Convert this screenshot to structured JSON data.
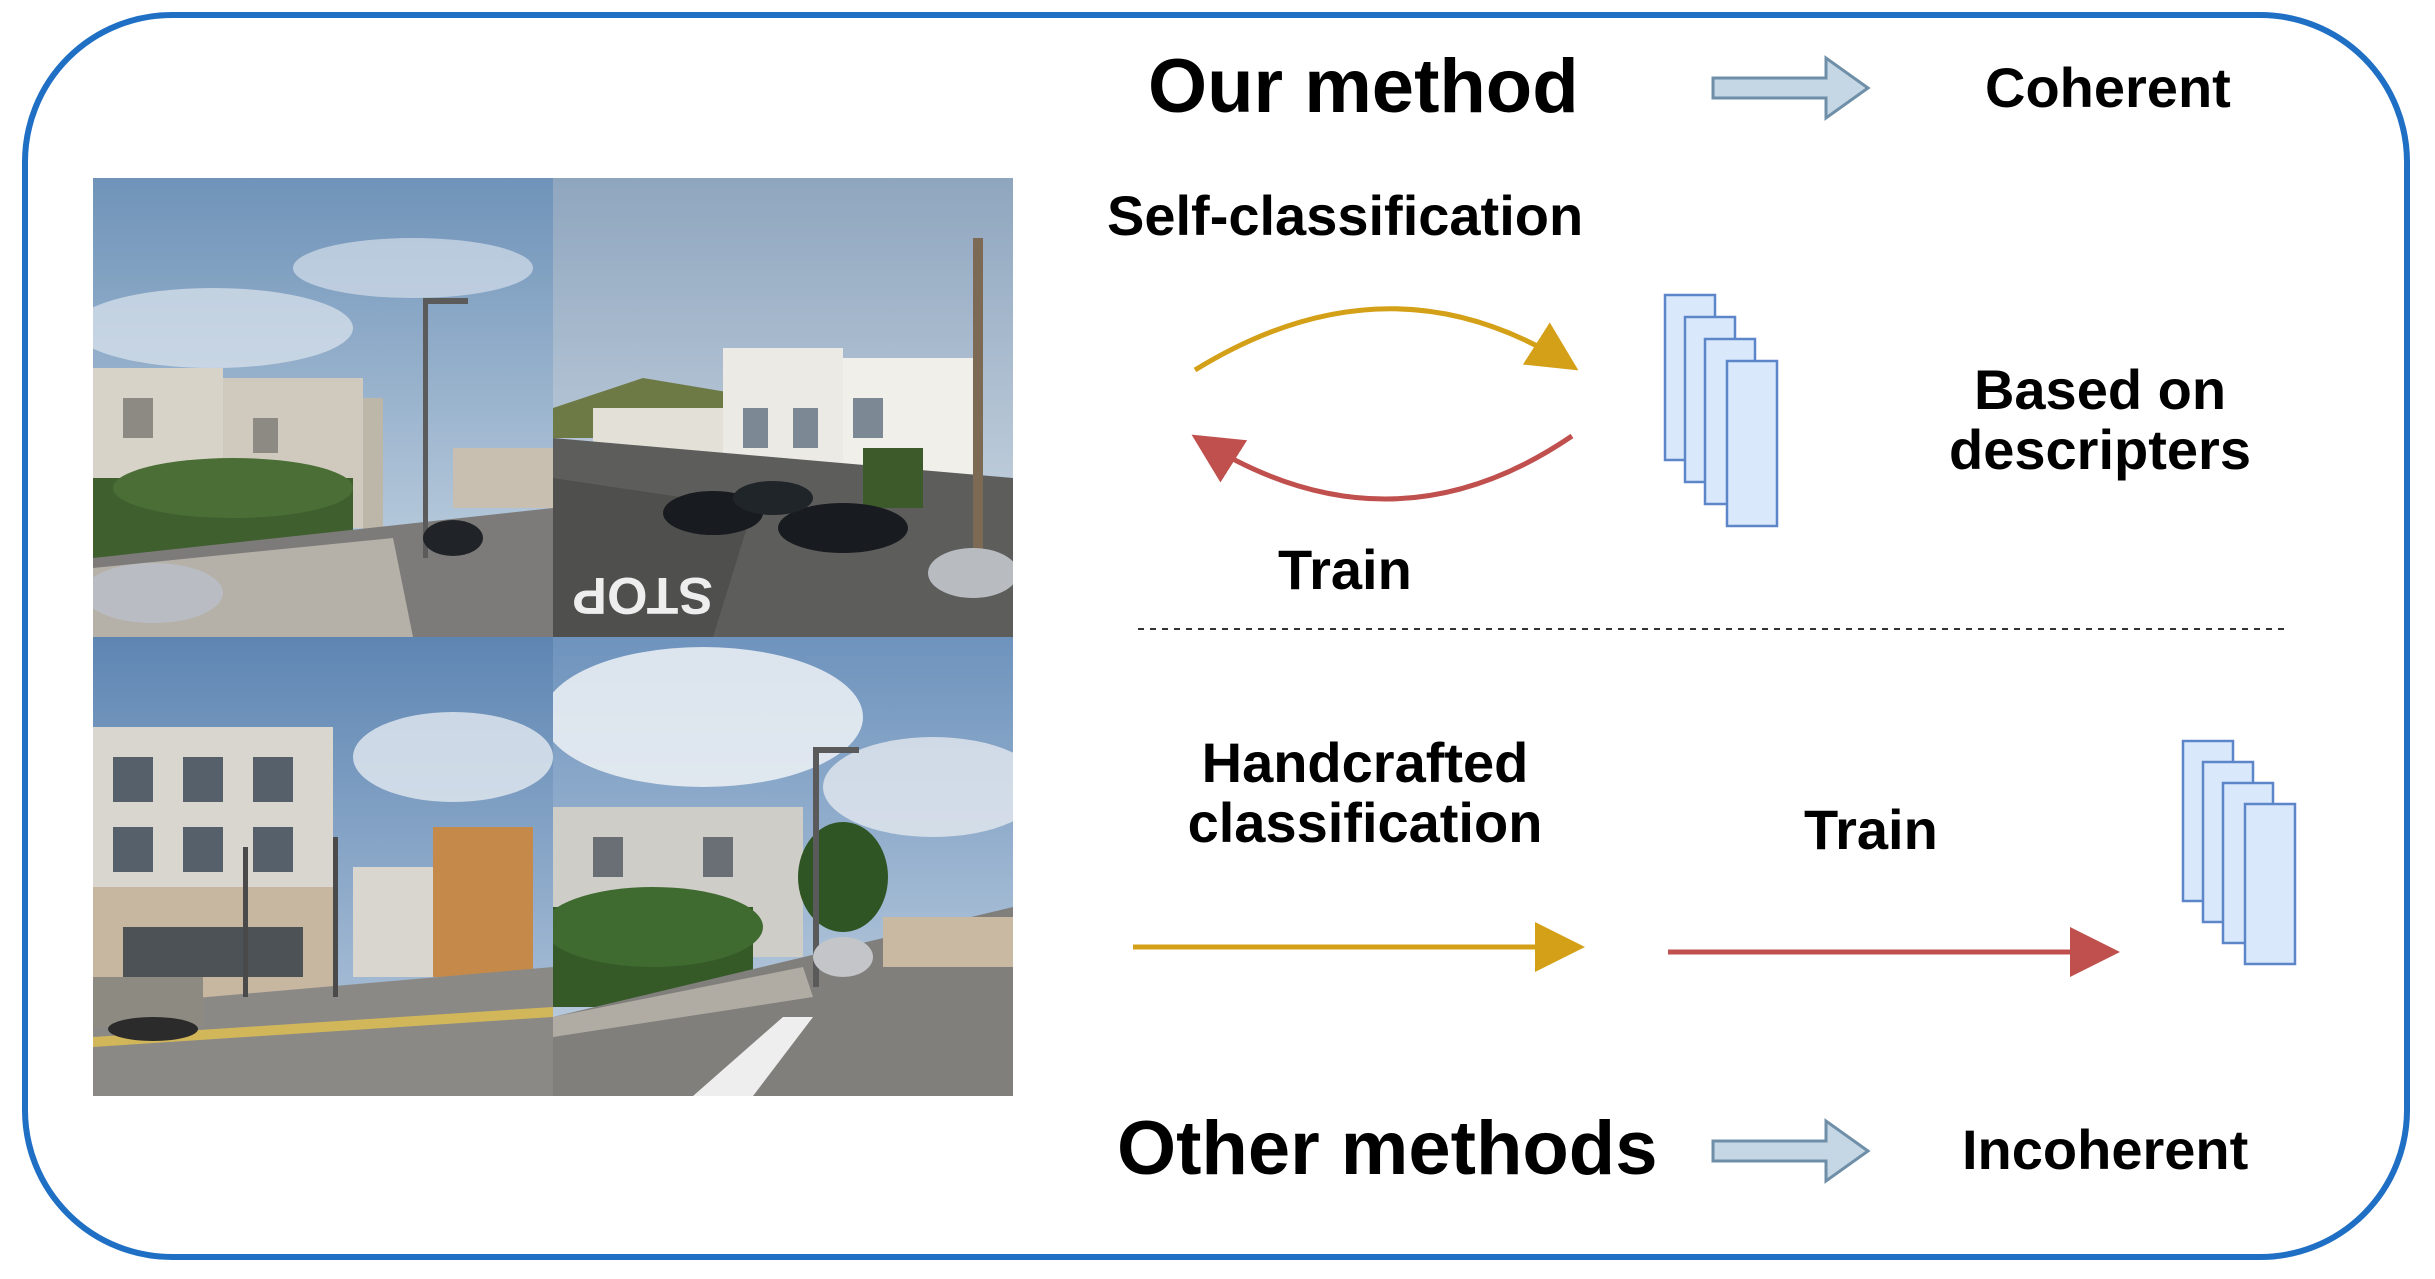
{
  "top": {
    "method_label": "Our method",
    "result_label": "Coherent"
  },
  "self_branch": {
    "process_label": "Self-classification",
    "train_label": "Train",
    "descriptor_line1": "Based on",
    "descriptor_line2": "descripters"
  },
  "other_branch": {
    "process_line1": "Handcrafted",
    "process_line2": "classification",
    "train_label": "Train"
  },
  "bottom": {
    "method_label": "Other methods",
    "result_label": "Incoherent"
  },
  "photos": {
    "stop_marking": "STOP"
  },
  "colors": {
    "frame": "#1f6fc5",
    "classification_arrow": "#d4a017",
    "train_arrow": "#c0504d",
    "block_arrow_fill": "#c5d6e4",
    "block_arrow_stroke": "#6f8fa8",
    "feature_stack_fill": "#dae8fc",
    "feature_stack_stroke": "#5d86c9"
  },
  "icons": {
    "block_arrow": "right-block-arrow",
    "feature_stack": "stacked-feature-maps"
  }
}
